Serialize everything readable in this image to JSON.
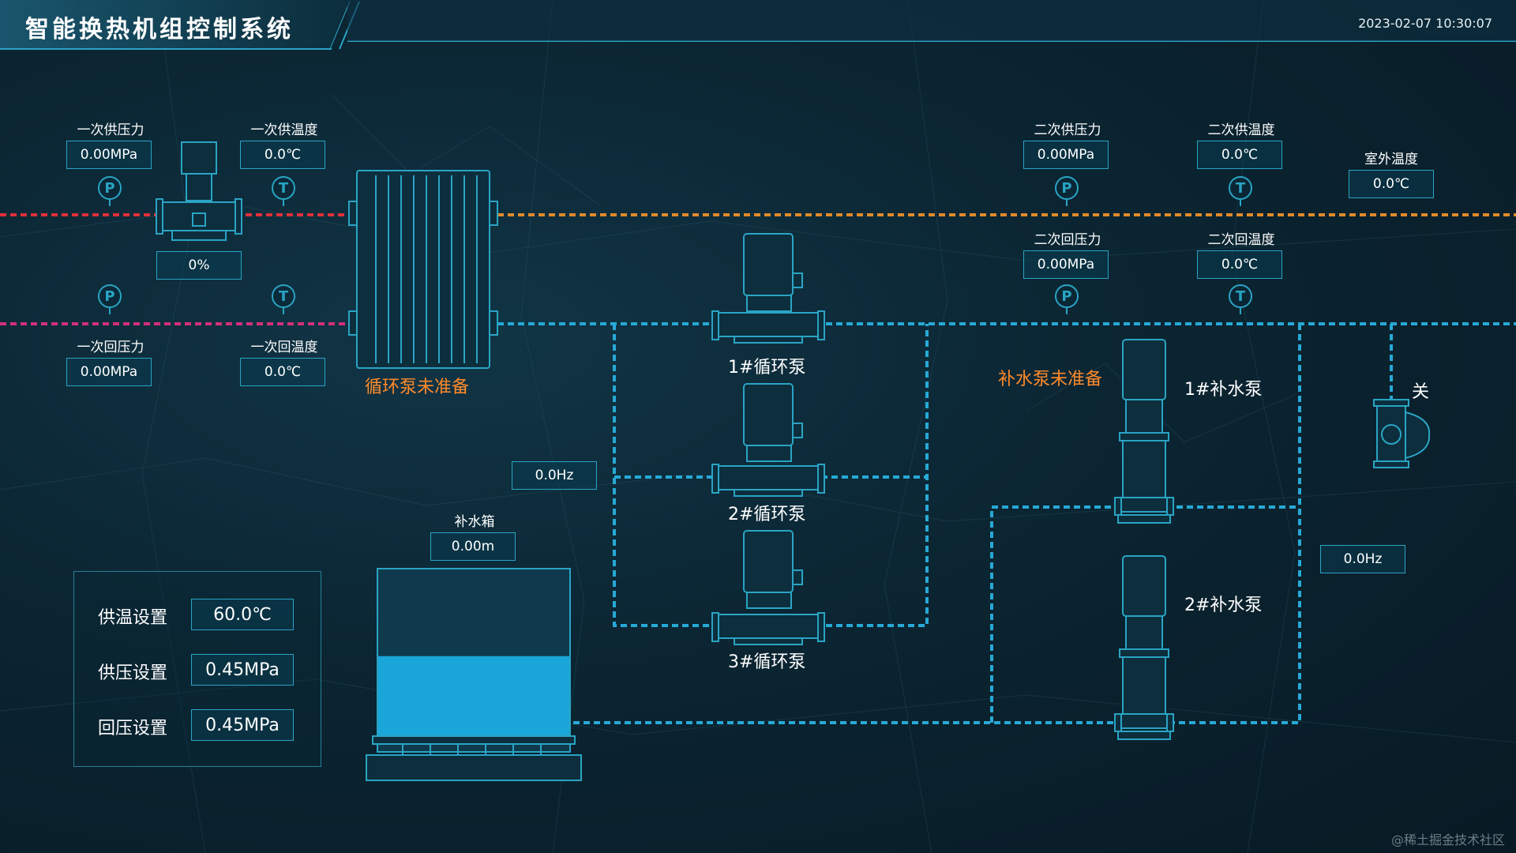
{
  "header": {
    "title": "智能换热机组控制系统",
    "datetime": "2023-02-07  10:30:07"
  },
  "primary": {
    "supply_pressure_label": "一次供压力",
    "supply_pressure": "0.00MPa",
    "supply_temp_label": "一次供温度",
    "supply_temp": "0.0℃",
    "return_pressure_label": "一次回压力",
    "return_pressure": "0.00MPa",
    "return_temp_label": "一次回温度",
    "return_temp": "0.0℃",
    "valve_opening": "0%"
  },
  "secondary": {
    "supply_pressure_label": "二次供压力",
    "supply_pressure": "0.00MPa",
    "supply_temp_label": "二次供温度",
    "supply_temp": "0.0℃",
    "return_pressure_label": "二次回压力",
    "return_pressure": "0.00MPa",
    "return_temp_label": "二次回温度",
    "return_temp": "0.0℃",
    "outdoor_temp_label": "室外温度",
    "outdoor_temp": "0.0℃"
  },
  "gauges": {
    "pressure": "P",
    "temperature": "T"
  },
  "circulation": {
    "status": "循环泵未准备",
    "frequency": "0.0Hz",
    "pumps": [
      "1#循环泵",
      "2#循环泵",
      "3#循环泵"
    ]
  },
  "makeup": {
    "status": "补水泵未准备",
    "frequency": "0.0Hz",
    "pumps": [
      "1#补水泵",
      "2#补水泵"
    ],
    "valve_state": "关",
    "tank_label": "补水箱",
    "tank_level": "0.00m",
    "tank_fill_fraction": 0.48
  },
  "settings": {
    "supply_temp_label": "供温设置",
    "supply_temp": "60.0℃",
    "supply_pressure_label": "供压设置",
    "supply_pressure": "0.45MPa",
    "return_pressure_label": "回压设置",
    "return_pressure": "0.45MPa"
  },
  "watermark": "@稀土掘金技术社区",
  "colors": {
    "primary_supply_pipe": "#e0303a",
    "primary_return_pipe": "#d2307a",
    "secondary_supply_pipe": "#e08a2a",
    "secondary_return_pipe": "#27a9d6",
    "warning_text": "#ff8a2a",
    "accent": "#2aa4c4"
  }
}
